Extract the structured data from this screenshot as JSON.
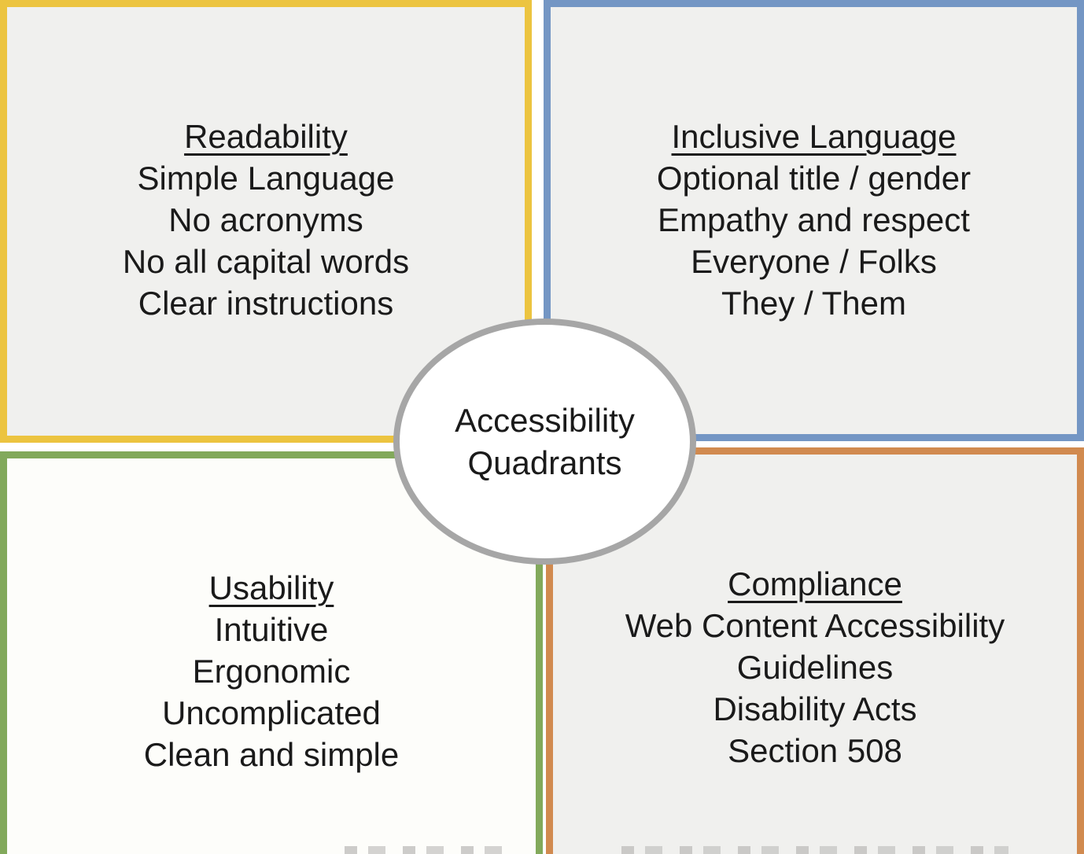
{
  "center": {
    "line1": "Accessibility",
    "line2": "Quadrants"
  },
  "quadrants": [
    {
      "id": "readability",
      "position": "top-left",
      "heading": "Readability",
      "items": [
        "Simple Language",
        "No acronyms",
        "No all capital words",
        "Clear instructions"
      ],
      "border_color": "#ECC440",
      "background": "#F0F0EE"
    },
    {
      "id": "inclusive-language",
      "position": "top-right",
      "heading": "Inclusive Language",
      "items": [
        "Optional title / gender",
        "Empathy and respect",
        "Everyone / Folks",
        "They / Them"
      ],
      "border_color": "#7496C4",
      "background": "#F0F0EE"
    },
    {
      "id": "usability",
      "position": "bottom-left",
      "heading": "Usability",
      "items": [
        "Intuitive",
        "Ergonomic",
        "Uncomplicated",
        "Clean and simple"
      ],
      "border_color": "#82A95B",
      "background": "#FDFDFA"
    },
    {
      "id": "compliance",
      "position": "bottom-right",
      "heading": "Compliance",
      "items": [
        "Web Content Accessibility Guidelines",
        "Disability Acts",
        "Section 508"
      ],
      "border_color": "#D18A4F",
      "background": "#F0F0EE"
    }
  ],
  "colors": {
    "circle_border": "#A6A6A6",
    "circle_fill": "#FFFFFF",
    "text": "#1A1A1A",
    "page_background": "#FFFFFF"
  }
}
